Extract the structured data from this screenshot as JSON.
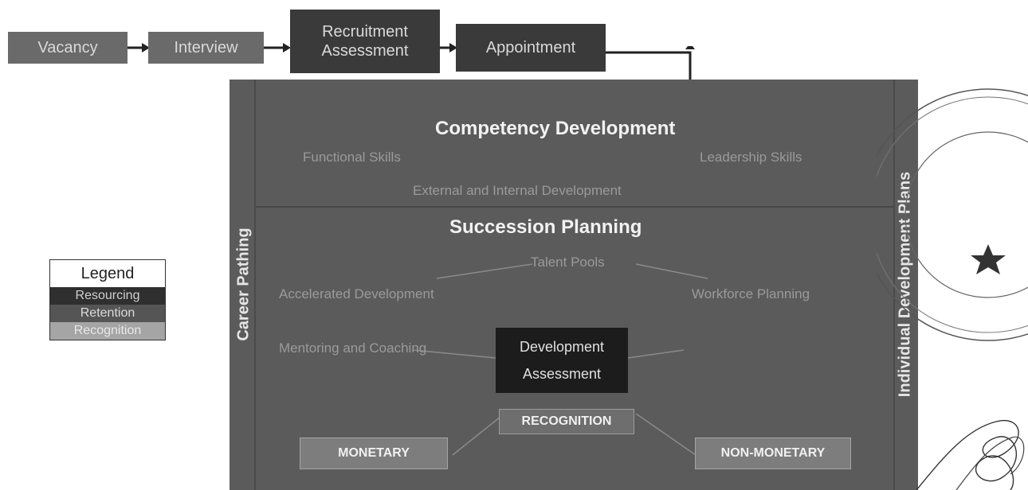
{
  "flow": {
    "vacancy": "Vacancy",
    "interview": "Interview",
    "recruitment_assessment": "Recruitment Assessment",
    "appointment": "Appointment"
  },
  "framework": {
    "left_label": "Career Pathing",
    "right_label": "Individual Development Plans",
    "competency_heading": "Competency Development",
    "functional_skills": "Functional Skills",
    "leadership_skills": "Leadership Skills",
    "external_internal": "External and Internal Development",
    "succession_heading": "Succession Planning",
    "talent_pools": "Talent Pools",
    "accelerated_development": "Accelerated Development",
    "workforce_planning": "Workforce Planning",
    "mentoring_coaching": "Mentoring and Coaching",
    "development_assessment_line1": "Development",
    "development_assessment_line2": "Assessment",
    "recognition": "RECOGNITION",
    "monetary": "MONETARY",
    "non_monetary": "NON-MONETARY"
  },
  "legend": {
    "title": "Legend",
    "resourcing": "Resourcing",
    "retention": "Retention",
    "recognition": "Recognition"
  },
  "colors": {
    "resourcing": "#2f2f2f",
    "retention": "#555555",
    "recognition": "#a5a5a5"
  }
}
